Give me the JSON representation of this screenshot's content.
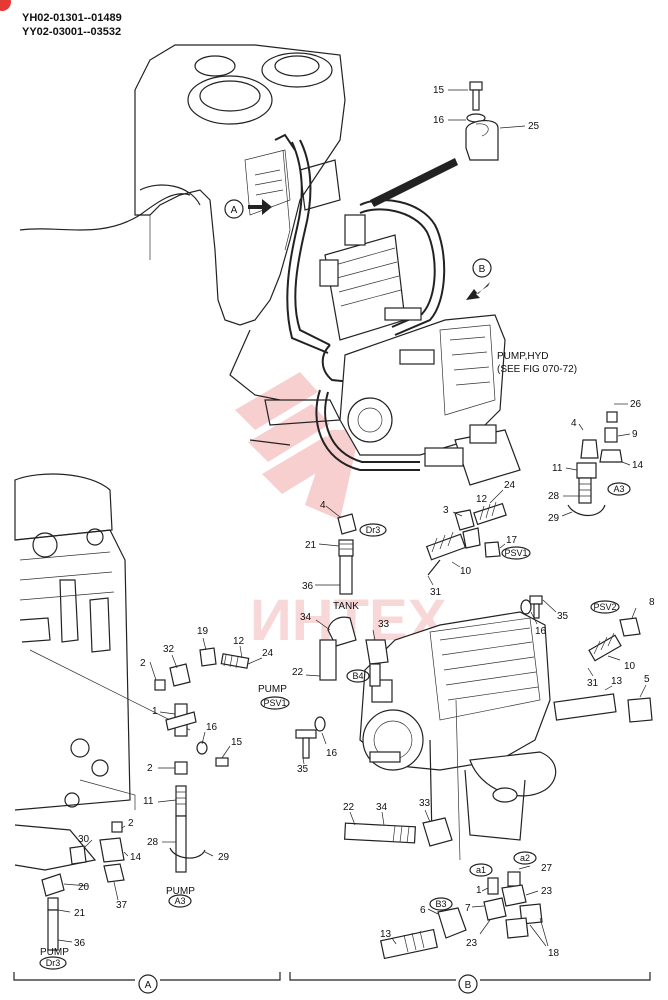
{
  "serials": [
    "YH02-01301--01489",
    "YY02-03001--03532"
  ],
  "views": {
    "a_view_letter": "A",
    "b_view_letter": "B"
  },
  "pump_note": [
    "PUMP,HYD",
    "(SEE FIG 070-72)"
  ],
  "captions": {
    "tank": "TANK",
    "pump_psv1": "PUMP",
    "pump_a3": "PUMP",
    "pump_dr3": "PUMP"
  },
  "port_tags": {
    "dr3_top": "Dr3",
    "psv1_b": "PSV1",
    "psv2": "PSV2",
    "a3_b": "A3",
    "b4": "B4",
    "a1": "a1",
    "a2": "a2",
    "b3": "B3",
    "psv1_a": "PSV1",
    "a3_a": "A3",
    "dr3_a": "Dr3"
  },
  "part_numbers": {
    "p15_top": "15",
    "p16_top": "16",
    "p25": "25",
    "p26": "26",
    "p4_r": "4",
    "p9": "9",
    "p14_r": "14",
    "p11_r": "11",
    "p28_r": "28",
    "p29_r": "29",
    "p24_b": "24",
    "p12_b": "12",
    "p3": "3",
    "p17": "17",
    "p10_b": "10",
    "p31_b": "31",
    "p4_c": "4",
    "p21_c": "21",
    "p36_c": "36",
    "p34_c": "34",
    "p33_c": "33",
    "p22_c": "22",
    "p35_r": "35",
    "p16_r": "16",
    "p8": "8",
    "p10_r": "10",
    "p31_r": "31",
    "p13_r": "13",
    "p5": "5",
    "p16_m": "16",
    "p35_m": "35",
    "p22_l": "22",
    "p34_l": "34",
    "p33_l": "33",
    "p27": "27",
    "p1_b": "1",
    "p7": "7",
    "p23_a": "23",
    "p6": "6",
    "p23_b": "23",
    "p18": "18",
    "p13_b": "13",
    "p32": "32",
    "p19": "19",
    "p12_a": "12",
    "p24_a": "24",
    "p2_a": "2",
    "p1_a": "1",
    "p16_a": "16",
    "p15_a": "15",
    "p2_b": "2",
    "p11_a": "11",
    "p28_a": "28",
    "p29_a": "29",
    "p30": "30",
    "p2_c": "2",
    "p14_a": "14",
    "p20": "20",
    "p37": "37",
    "p21_a": "21",
    "p36_a": "36"
  },
  "watermark": "ИНТЕХ"
}
